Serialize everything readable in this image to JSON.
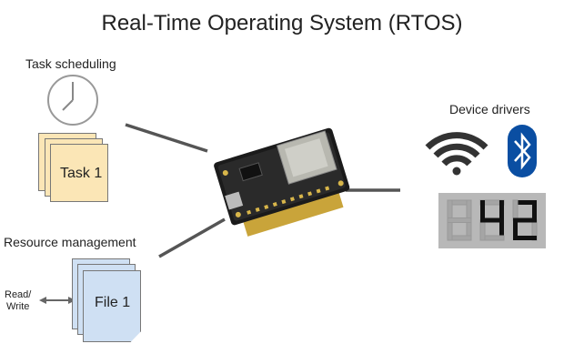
{
  "title": "Real-Time Operating System (RTOS)",
  "task_scheduling": {
    "label": "Task scheduling",
    "card_label": "Task 1",
    "icon": "clock-icon"
  },
  "resource_management": {
    "label": "Resource management",
    "card_label": "File 1",
    "access_label_1": "Read/",
    "access_label_2": "Write"
  },
  "device_drivers": {
    "label": "Device drivers",
    "icons": [
      "wifi-icon",
      "bluetooth-icon"
    ],
    "display_value": "42"
  },
  "colors": {
    "task": "#fbe6b6",
    "file": "#cfe0f3",
    "bluetooth": "#0a4ea2",
    "connector": "#555555",
    "display_bg": "#b8b8b8"
  }
}
